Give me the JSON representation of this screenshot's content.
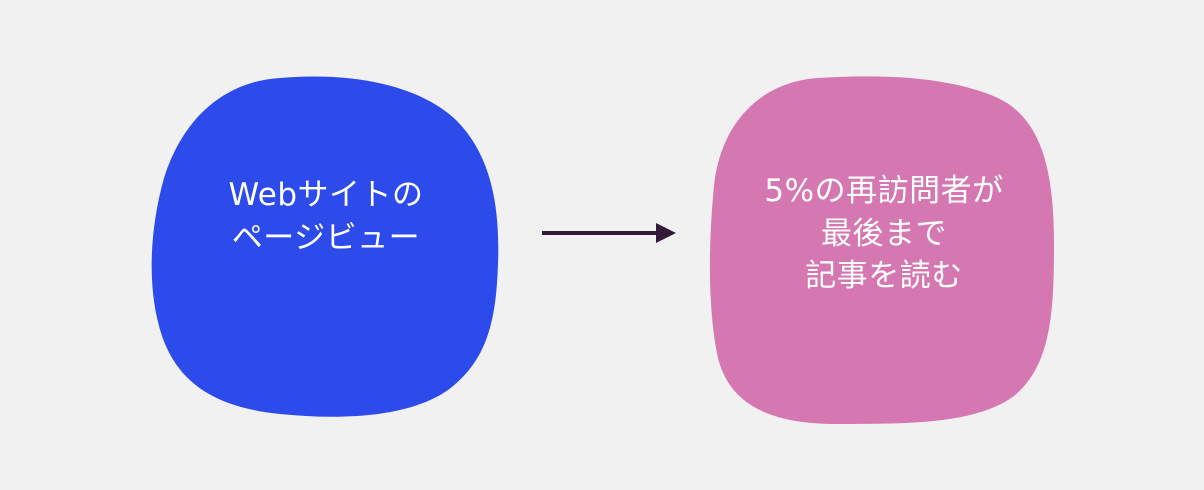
{
  "diagram": {
    "background_color": "#f1f1f1",
    "nodes": [
      {
        "id": "page-views",
        "shape": "blob",
        "fill": "#2c4bea",
        "text_color": "#ffffff",
        "lines": [
          "Webサイトの",
          "ページビュー"
        ]
      },
      {
        "id": "returning-visitors",
        "shape": "blob",
        "fill": "#d577b1",
        "text_color": "#ffffff",
        "lines": [
          "5%の再訪問者が",
          "最後まで",
          "記事を読む"
        ]
      }
    ],
    "edges": [
      {
        "from": "page-views",
        "to": "returning-visitors",
        "style": "arrow",
        "color": "#331a3a"
      }
    ]
  }
}
